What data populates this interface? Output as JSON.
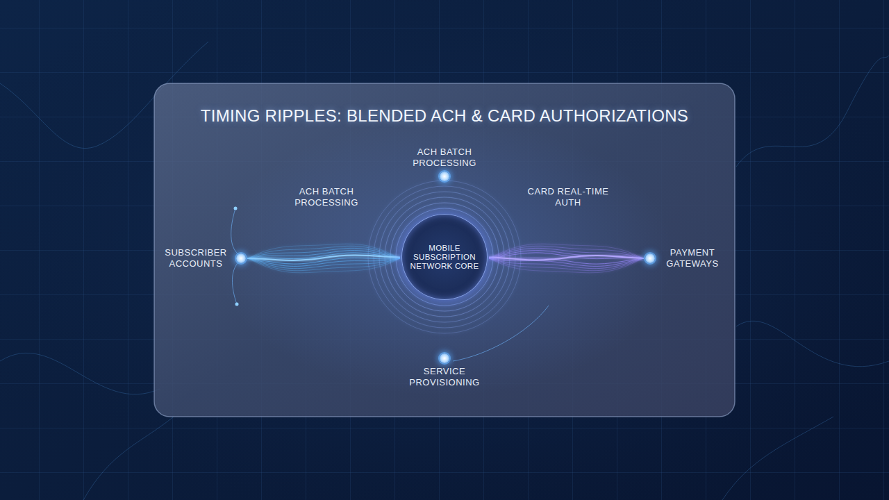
{
  "diagram": {
    "title": "TIMING RIPPLES: BLENDED ACH & CARD AUTHORIZATIONS",
    "nodes": [
      {
        "text": [
          "ACH BATCH PROCESSING"
        ]
      },
      {
        "text": [
          "SUBSCRIBER ACCOUNTS"
        ]
      },
      {
        "text": [
          "MOBILE SUBSCRIPTION NETWORK CORE"
        ]
      },
      {
        "text": [
          "PAYMENT GATEWAYS"
        ]
      },
      {
        "text": [
          "SERVICE PROVISIONING"
        ]
      }
    ],
    "edges": [
      {
        "from": 0,
        "to": 2,
        "arrow": "none"
      },
      {
        "from": 1,
        "to": 2,
        "arrow": "none"
      },
      {
        "from": 2,
        "to": 3,
        "arrow": "none"
      },
      {
        "from": 2,
        "to": 4,
        "arrow": "none"
      }
    ],
    "labels": [
      "ACH BATCH PROCESSING",
      "CARD REAL-TIME AUTH"
    ]
  }
}
